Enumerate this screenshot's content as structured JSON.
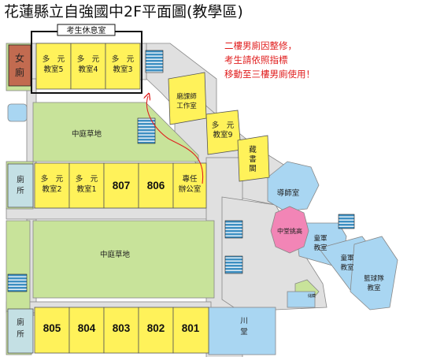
{
  "title": "花蓮縣立自強國中2F平面圖(教學區)",
  "rest_room_label": "考生休息室",
  "notice": {
    "line1": "二樓男廁因整修，",
    "line2": "考生請依照指標",
    "line3": "移動至三樓男廁使用！"
  },
  "rooms": {
    "womens_restroom": [
      "女",
      "廁"
    ],
    "mm5": [
      "多　元",
      "教室5"
    ],
    "mm4": [
      "多　元",
      "教室4"
    ],
    "mm3": [
      "多　元",
      "教室3"
    ],
    "courseroom": [
      "磨課師",
      "工作室"
    ],
    "mm9": [
      "多　元",
      "教室9"
    ],
    "library": [
      "藏",
      "書",
      "閣"
    ],
    "courtyard_upper": "中庭草地",
    "restroom_mid": [
      "廁",
      "所"
    ],
    "mm2": [
      "多　元",
      "教室2"
    ],
    "mm1": [
      "多　元",
      "教室1"
    ],
    "r807": "807",
    "r806": "806",
    "office": [
      "專任",
      "辦公室"
    ],
    "mentor": "導師室",
    "central_hall": "中堂挑高",
    "courtyard_lower": "中庭草地",
    "military1": [
      "童軍",
      "教室"
    ],
    "military2": [
      "童軍",
      "教室"
    ],
    "basketball": [
      "籃球隊",
      "教室"
    ],
    "storage": "儲藏",
    "restroom_bottom": [
      "廁",
      "所"
    ],
    "r805": "805",
    "r804": "804",
    "r803": "803",
    "r802": "802",
    "r801": "801",
    "chuantang": [
      "川",
      "堂"
    ]
  },
  "colors": {
    "classroom": "#fff25a",
    "green": "#c8e39a",
    "corridor": "#e0e0e0",
    "blue": "#a9d6f2",
    "pink": "#f285b6",
    "restroom": "#c4e0e4",
    "womens": "#c26b50",
    "route": "#e02020"
  }
}
